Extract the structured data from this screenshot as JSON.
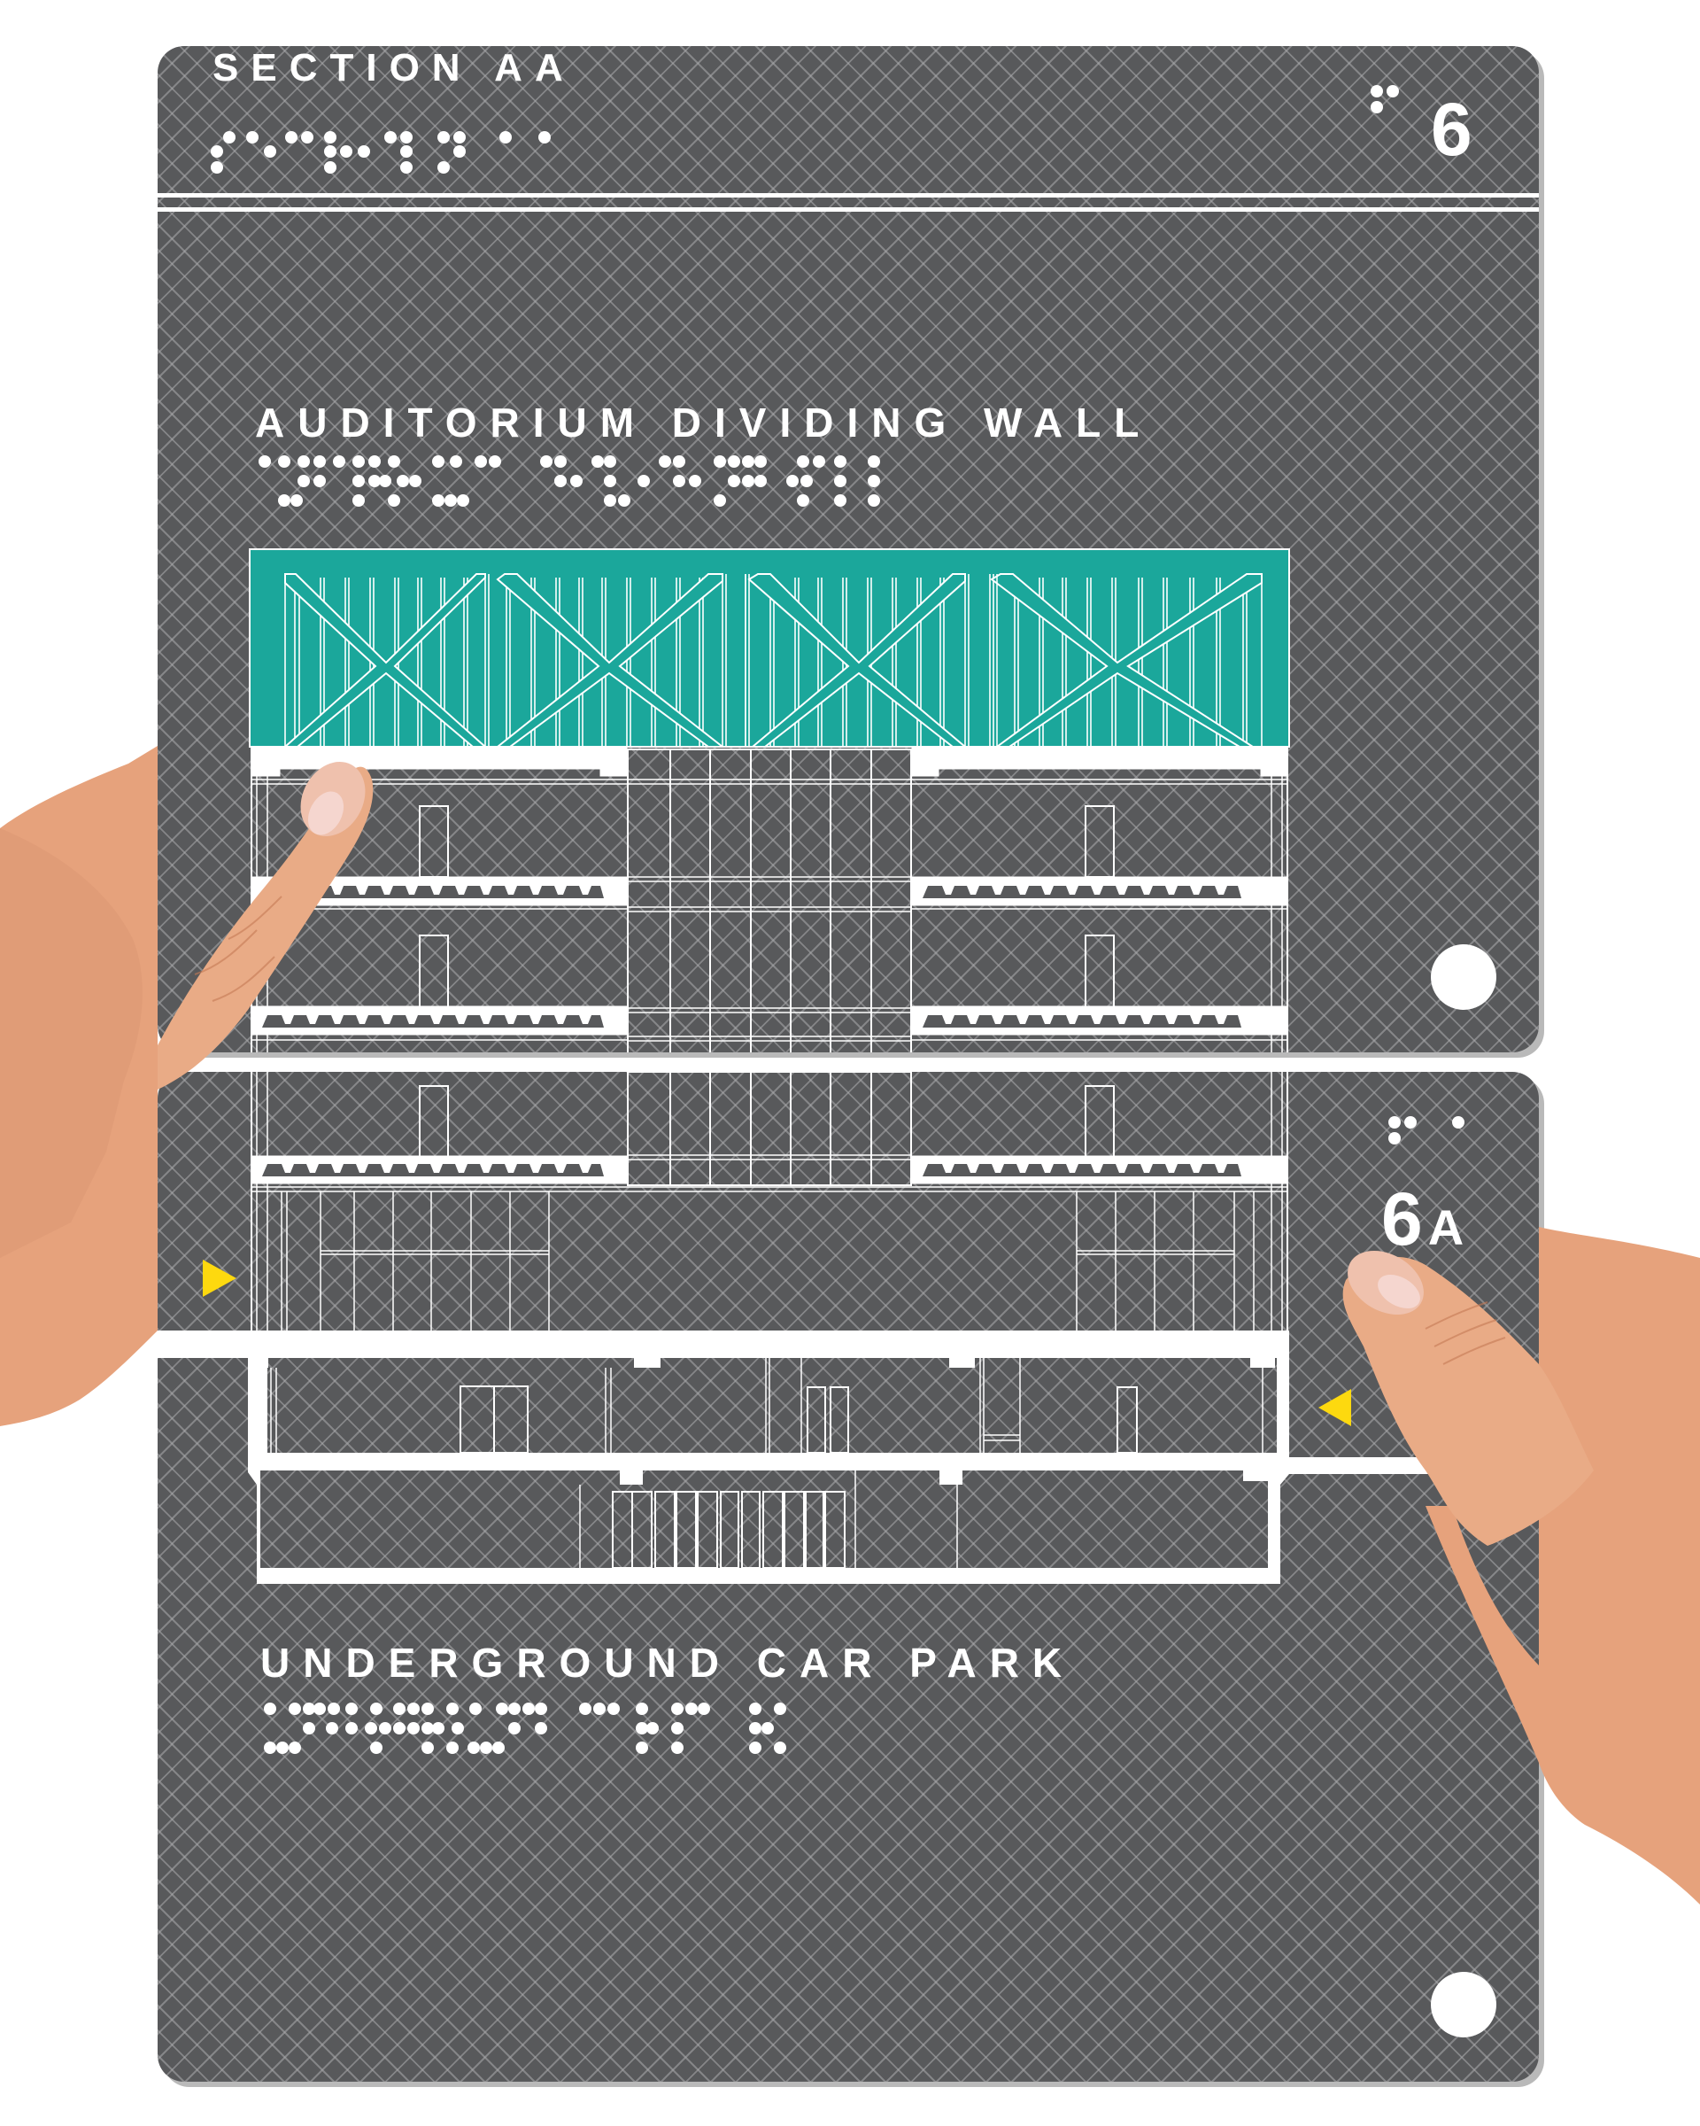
{
  "card_top": {
    "title": "SECTION AA",
    "number": "6",
    "label": "AUDITORIUM DIVIDING WALL"
  },
  "card_bottom": {
    "number": "6",
    "number_suffix": "A",
    "label": "UNDERGROUND CAR PARK"
  },
  "icons": {
    "left_marker": "triangle-right-icon",
    "right_marker": "triangle-left-icon",
    "hole": "circle-hole"
  },
  "colors": {
    "card_background": "#58595b",
    "card_hatch": "#aaaaac",
    "highlight_wall": "#1ba79b",
    "marker": "#fdd90f",
    "line": "#ffffff",
    "skin": "#e7a681"
  }
}
